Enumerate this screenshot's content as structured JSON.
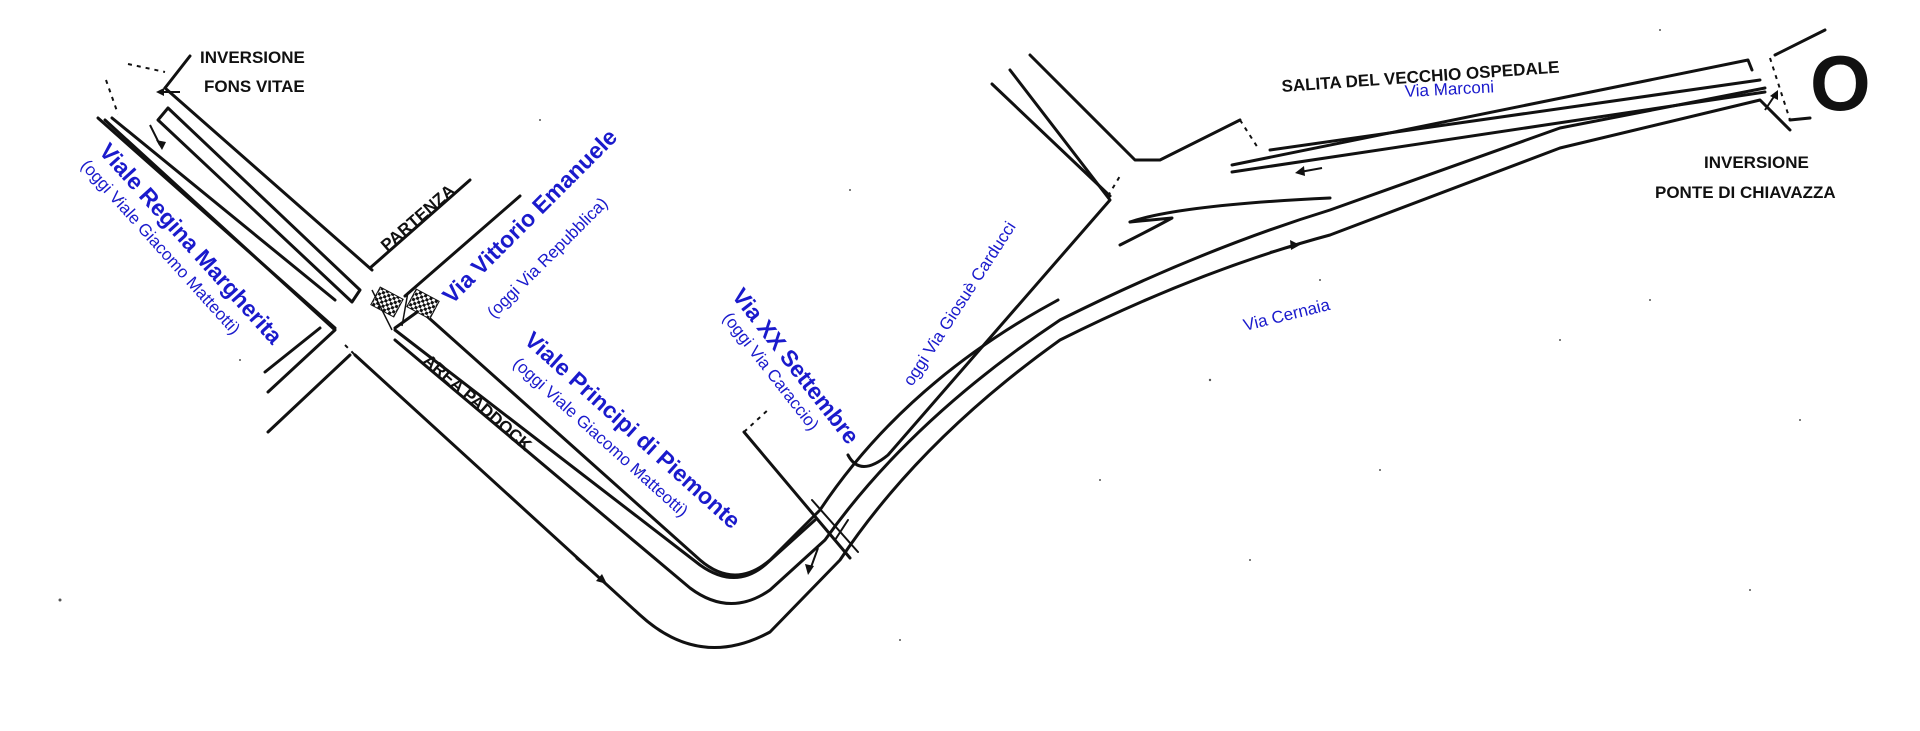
{
  "map": {
    "labels": {
      "inversione_fons_line1": "INVERSIONE",
      "inversione_fons_line2": "FONS VITAE",
      "partenza": "PARTENZA",
      "area_paddock": "AREA PADDOCK",
      "salita": "SALITA DEL VECCHIO OSPEDALE",
      "via_marconi": "Via Marconi",
      "inversione_ponte_line1": "INVERSIONE",
      "inversione_ponte_line2": "PONTE DI CHIAVAZZA",
      "viale_regina": "Viale Regina Margherita",
      "viale_regina_oggi": "(oggi Viale Giacomo Matteotti)",
      "via_vittorio": "Via Vittorio Emanuele",
      "via_vittorio_oggi": "(oggi Via Repubblica)",
      "viale_principi": "Viale Principi di Piemonte",
      "viale_principi_oggi": "(oggi Viale Giacomo Matteotti)",
      "via_xx": "Via XX Settembre",
      "via_xx_oggi": "(oggi Via Caraccio)",
      "oggi_carducci": "oggi Via Giosuè Carducci",
      "via_cernaia": "Via Cernaia",
      "roundabout_symbol": "O"
    },
    "colors": {
      "road": "#111111",
      "modern_street_names": "#1a1acc",
      "background": "#ffffff"
    },
    "icons": [
      "checkered-flag-icon",
      "direction-arrow-icon",
      "roundabout-icon"
    ]
  }
}
